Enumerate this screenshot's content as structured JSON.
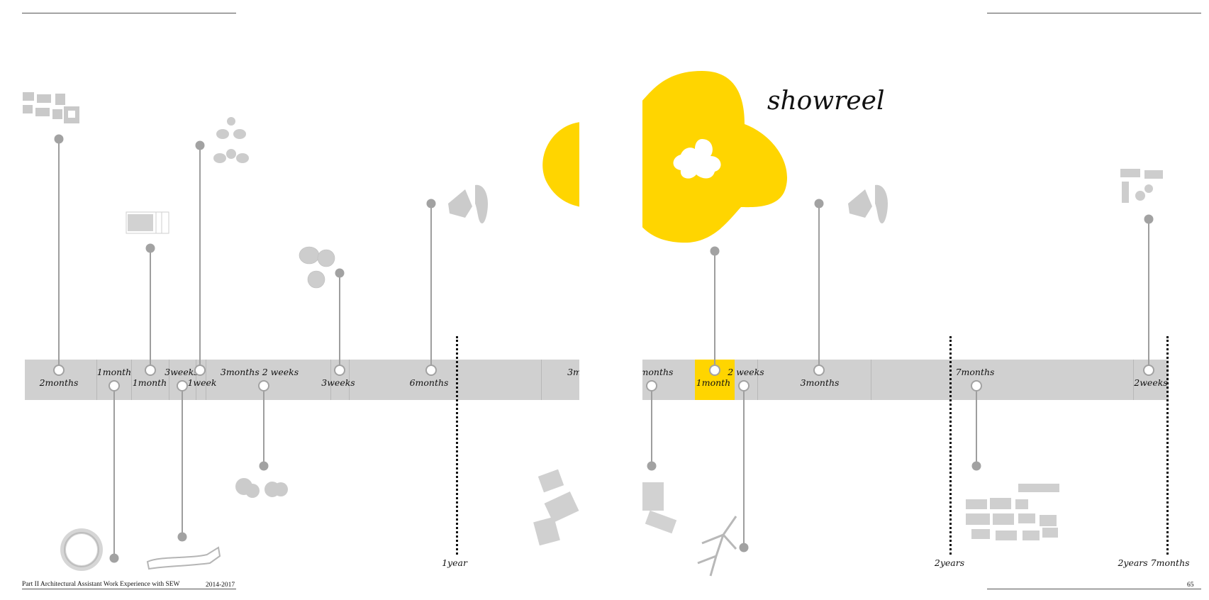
{
  "footer": {
    "left_text": "Part II Architectural Assistant Work Experience with SEW",
    "years": "2014-2017",
    "page_number": "65"
  },
  "title": "showreel",
  "colors": {
    "accent": "#ffd500",
    "bar": "#d0d0d0",
    "marker": "#a2a2a2"
  },
  "milestones": {
    "one_year": "1year",
    "two_years": "2years",
    "two_years_seven_months": "2years 7months"
  },
  "left_labels": {
    "l1": "2months",
    "l2": "1month",
    "l3": "1month",
    "l4": "3weeks",
    "l5": "1week",
    "l6": "3months 2 weeks",
    "l7": "3weeks",
    "l8": "6months",
    "l9": "3m"
  },
  "right_labels": {
    "r1": "months",
    "r2": "1month",
    "r3": "2 weeks",
    "r4": "3months",
    "r5": "7months",
    "r6": "2weeks"
  },
  "icons": {
    "showreel_blob": "yellow-blob-icon",
    "site_plans": "gray-site-plan-thumbnail"
  }
}
